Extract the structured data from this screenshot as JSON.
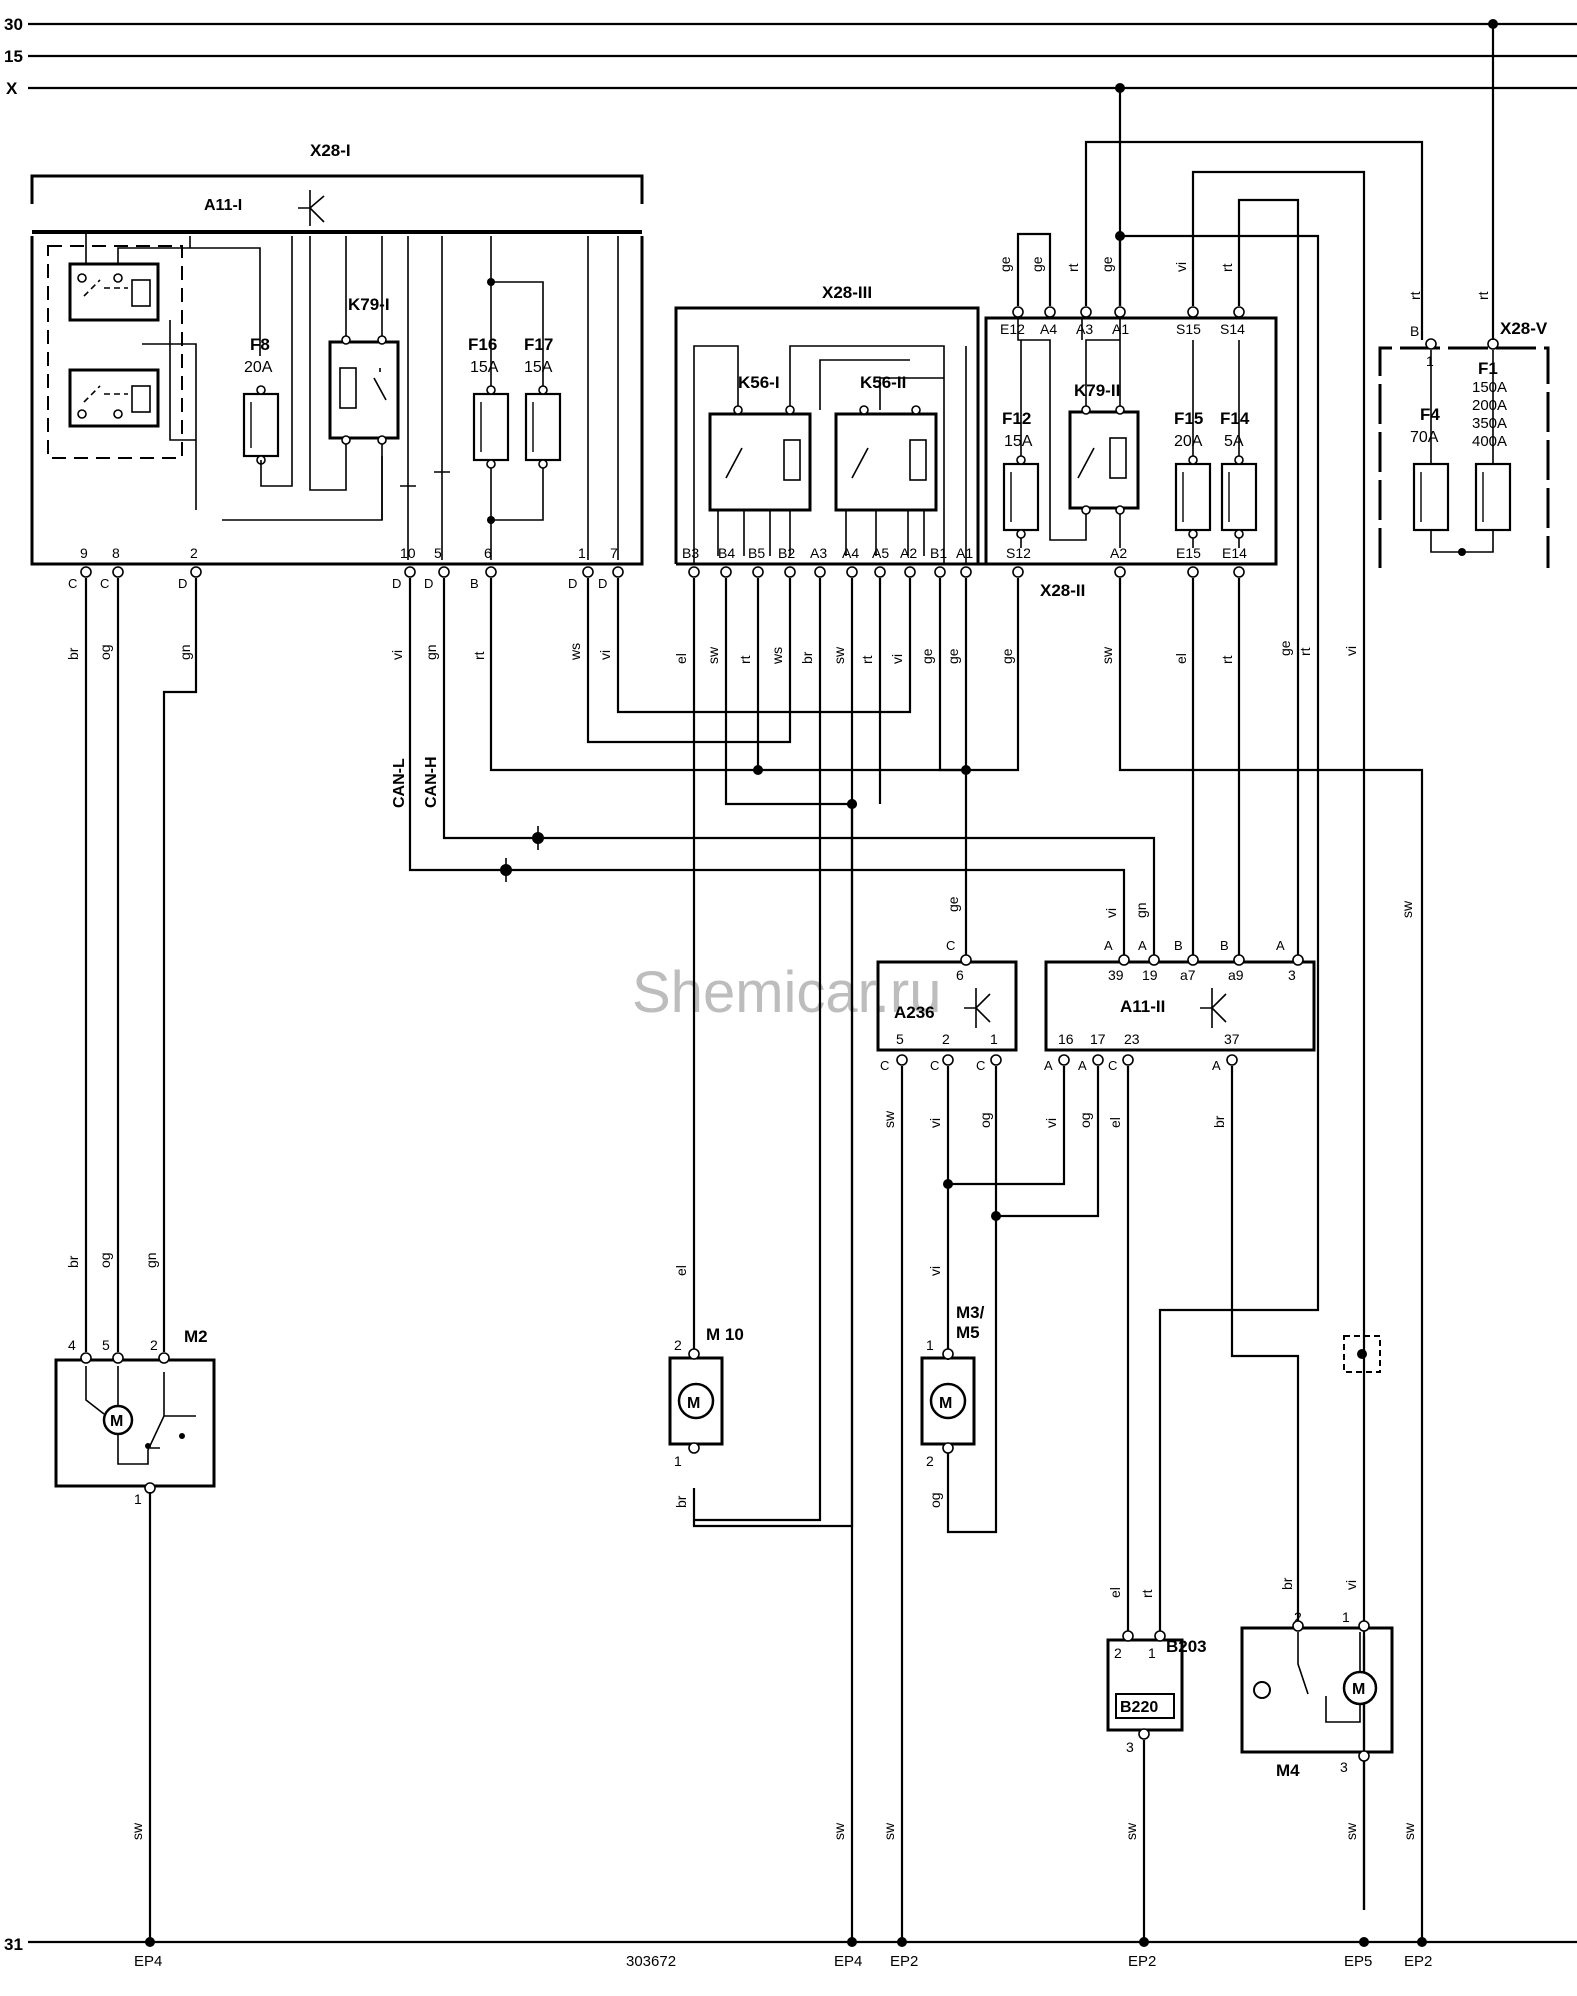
{
  "rails": [
    "30",
    "15",
    "X",
    "31"
  ],
  "modules": {
    "x28_1": "X28-I",
    "a11_1": "A11-I",
    "x28_3": "X28-III",
    "x28_2": "X28-II",
    "x28_5": "X28-V",
    "a236": "A236",
    "a11_2": "A11-II",
    "m2": "M2",
    "m10": "M 10",
    "m3": "M3/",
    "m5": "M5",
    "m4": "M4",
    "b203": "B203",
    "b220": "B220"
  },
  "fuses": {
    "f8": "F8",
    "f8_a": "20A",
    "f16": "F16",
    "f16_a": "15A",
    "f17": "F17",
    "f17_a": "15A",
    "f12": "F12",
    "f12_a": "15A",
    "f15": "F15",
    "f15_a": "20A",
    "f14": "F14",
    "f14_a": "5A",
    "f4": "F4",
    "f4_a": "70A",
    "f1": "F1",
    "f1_a1": "150A",
    "f1_a2": "200A",
    "f1_a3": "350A",
    "f1_a4": "400A"
  },
  "relays": {
    "k79_1": "K79-I",
    "k56_1": "K56-I",
    "k56_2": "K56-II",
    "k79_2": "K79-II"
  },
  "pins": {
    "x28_1_pins": [
      "9",
      "8",
      "2",
      "10",
      "5",
      "6",
      "1",
      "7"
    ],
    "x28_1_letters": [
      "C",
      "C",
      "D",
      "D",
      "D",
      "B",
      "D",
      "D"
    ],
    "x28_3_pins": [
      "B3",
      "B4",
      "B5",
      "B2",
      "A3",
      "A4",
      "A5",
      "A2",
      "B1",
      "A1"
    ],
    "x28_2_top": [
      "E12",
      "A4",
      "A3",
      "A1",
      "S15",
      "S14"
    ],
    "x28_2_bottom": [
      "S12",
      "A2",
      "E15",
      "E14"
    ],
    "x28_5_top": [
      "B",
      "1"
    ],
    "a236_top": [
      "C",
      "6"
    ],
    "a236_bottom": [
      "5",
      "2",
      "1"
    ],
    "a236_letters": [
      "C",
      "C",
      "C"
    ],
    "a11_2_top": [
      "39",
      "19",
      "a7",
      "a9",
      "3"
    ],
    "a11_2_top_letters": [
      "A",
      "A",
      "B",
      "B",
      "A"
    ],
    "a11_2_bottom": [
      "16",
      "17",
      "23",
      "37"
    ],
    "a11_2_bottom_letters": [
      "A",
      "A",
      "C",
      "A"
    ],
    "m2_pins": [
      "4",
      "5",
      "2",
      "1"
    ],
    "m10_pins": [
      "2",
      "1"
    ],
    "m3_pins": [
      "1",
      "2"
    ],
    "b203_pins": [
      "2",
      "1",
      "3"
    ],
    "m4_pins": [
      "2",
      "1",
      "3"
    ]
  },
  "wire_colors": {
    "top_x28_2": [
      "ge",
      "ge",
      "rt",
      "ge",
      "vi",
      "rt"
    ],
    "top_x28_5": [
      "rt",
      "rt"
    ],
    "mid_x28_1": [
      "br",
      "og",
      "gn",
      "vi",
      "gn",
      "rt",
      "ws",
      "vi"
    ],
    "mid_x28_3": [
      "el",
      "sw",
      "rt",
      "ws",
      "br",
      "sw",
      "rt",
      "vi",
      "ge",
      "ge"
    ],
    "mid_x28_2": [
      "ge",
      "sw",
      "el",
      "rt",
      "ge",
      "rt",
      "vi"
    ],
    "a236_in": [
      "ge"
    ],
    "a11_2_in": [
      "vi",
      "gn"
    ],
    "right_sw": [
      "sw"
    ],
    "below_a236": [
      "sw",
      "vi",
      "og"
    ],
    "below_a11_2": [
      "vi",
      "og",
      "el",
      "br"
    ],
    "m2_in": [
      "br",
      "og",
      "gn"
    ],
    "m10_in": [
      "el"
    ],
    "m3_in": [
      "vi"
    ],
    "m10_out": [
      "br"
    ],
    "m3_out": [
      "og"
    ],
    "b203_in": [
      "el",
      "rt"
    ],
    "m4_in": [
      "br",
      "vi"
    ],
    "bottom_sw": [
      "sw",
      "sw",
      "sw",
      "sw",
      "sw",
      "sw"
    ]
  },
  "can": {
    "low": "CAN-L",
    "high": "CAN-H"
  },
  "ground_points": [
    "EP4",
    "EP4",
    "EP2",
    "EP2",
    "EP5",
    "EP2"
  ],
  "drawing_number": "303672",
  "watermark": "Shemicar.ru"
}
